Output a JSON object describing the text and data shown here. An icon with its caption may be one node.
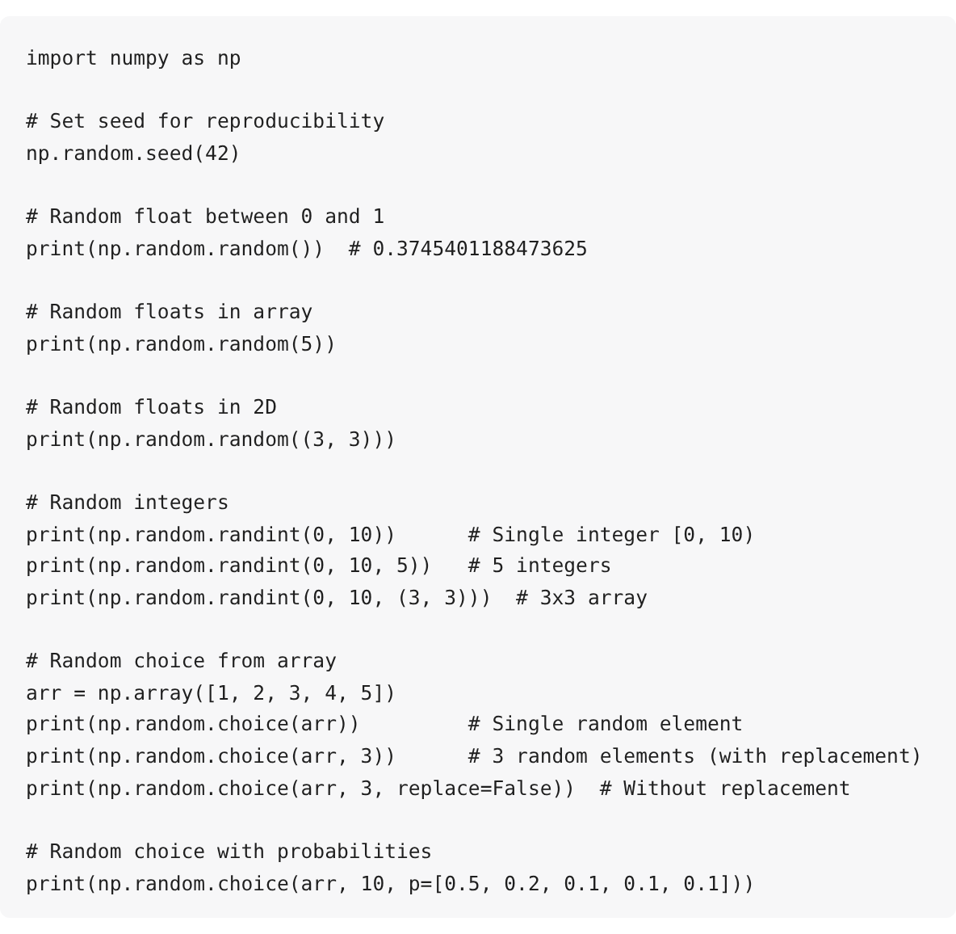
{
  "diagram": {
    "labels": [
      "import numpy as np",
      "# Set seed for reproducibility",
      "np.random.seed(42)",
      "# Random float between 0 and 1",
      "print(np.random.random())  # 0.3745401188473625",
      "# Random floats in array",
      "print(np.random.random(5))",
      "# Random floats in 2D",
      "print(np.random.random((3, 3)))",
      "# Random integers",
      "print(np.random.randint(0, 10))      # Single integer [0, 10)",
      "print(np.random.randint(0, 10, 5))   # 5 integers",
      "print(np.random.randint(0, 10, (3, 3)))  # 3x3 array",
      "# Random choice from array",
      "arr = np.array([1, 2, 3, 4, 5])",
      "print(np.random.choice(arr))         # Single random element",
      "print(np.random.choice(arr, 3))      # 3 random elements (with replacement)",
      "print(np.random.choice(arr, 3, replace=False))  # Without replacement",
      "# Random choice with probabilities",
      "print(np.random.choice(arr, 10, p=[0.5, 0.2, 0.1, 0.1, 0.1]))"
    ]
  }
}
